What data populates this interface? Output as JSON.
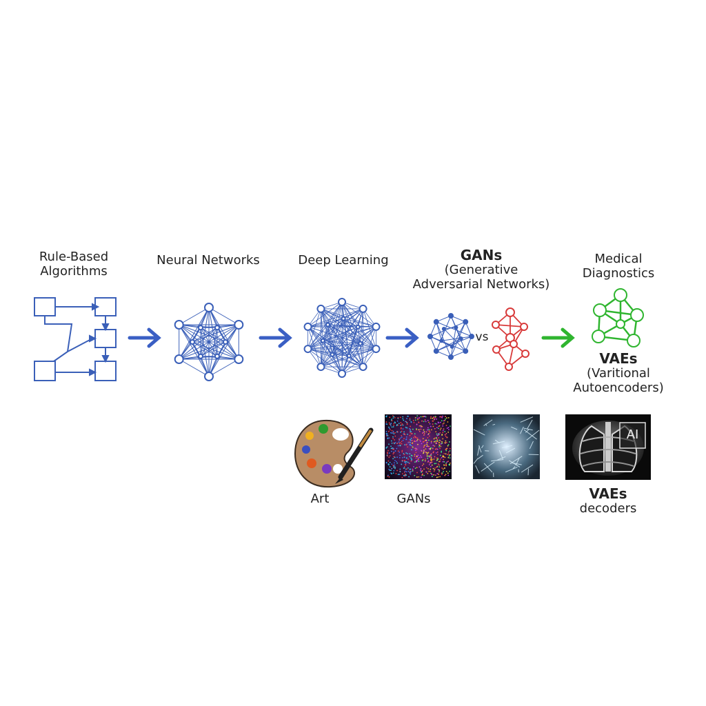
{
  "stages": {
    "rule_based": {
      "line1": "Rule-Based",
      "line2": "Algorithms"
    },
    "neural_networks": {
      "label": "Neural Networks"
    },
    "deep_learning": {
      "label": "Deep Learning"
    },
    "gans": {
      "title": "GANs",
      "sub1": "(Generative",
      "sub2": "Adversarial Networks)",
      "vs": "vs"
    },
    "medical": {
      "line1": "Medical",
      "line2": "Diagnostics"
    },
    "vaes": {
      "title": "VAEs",
      "sub1": "(Varitional",
      "sub2": "Autoencoders)"
    }
  },
  "examples": {
    "art": {
      "label": "Art"
    },
    "gans": {
      "label": "GANs"
    },
    "xray": {
      "badge": "AI"
    },
    "vaes": {
      "title": "VAEs",
      "sub": "decoders"
    }
  },
  "colors": {
    "blue": "#3a5fb8",
    "red": "#d83a3a",
    "green": "#2fb52f",
    "arrow_blue": "#3a5fc4",
    "arrow_green": "#2fb52f"
  },
  "icons": {
    "flowchart": "flowchart-icon",
    "network": "neural-network-icon",
    "palette": "paint-palette-icon"
  }
}
